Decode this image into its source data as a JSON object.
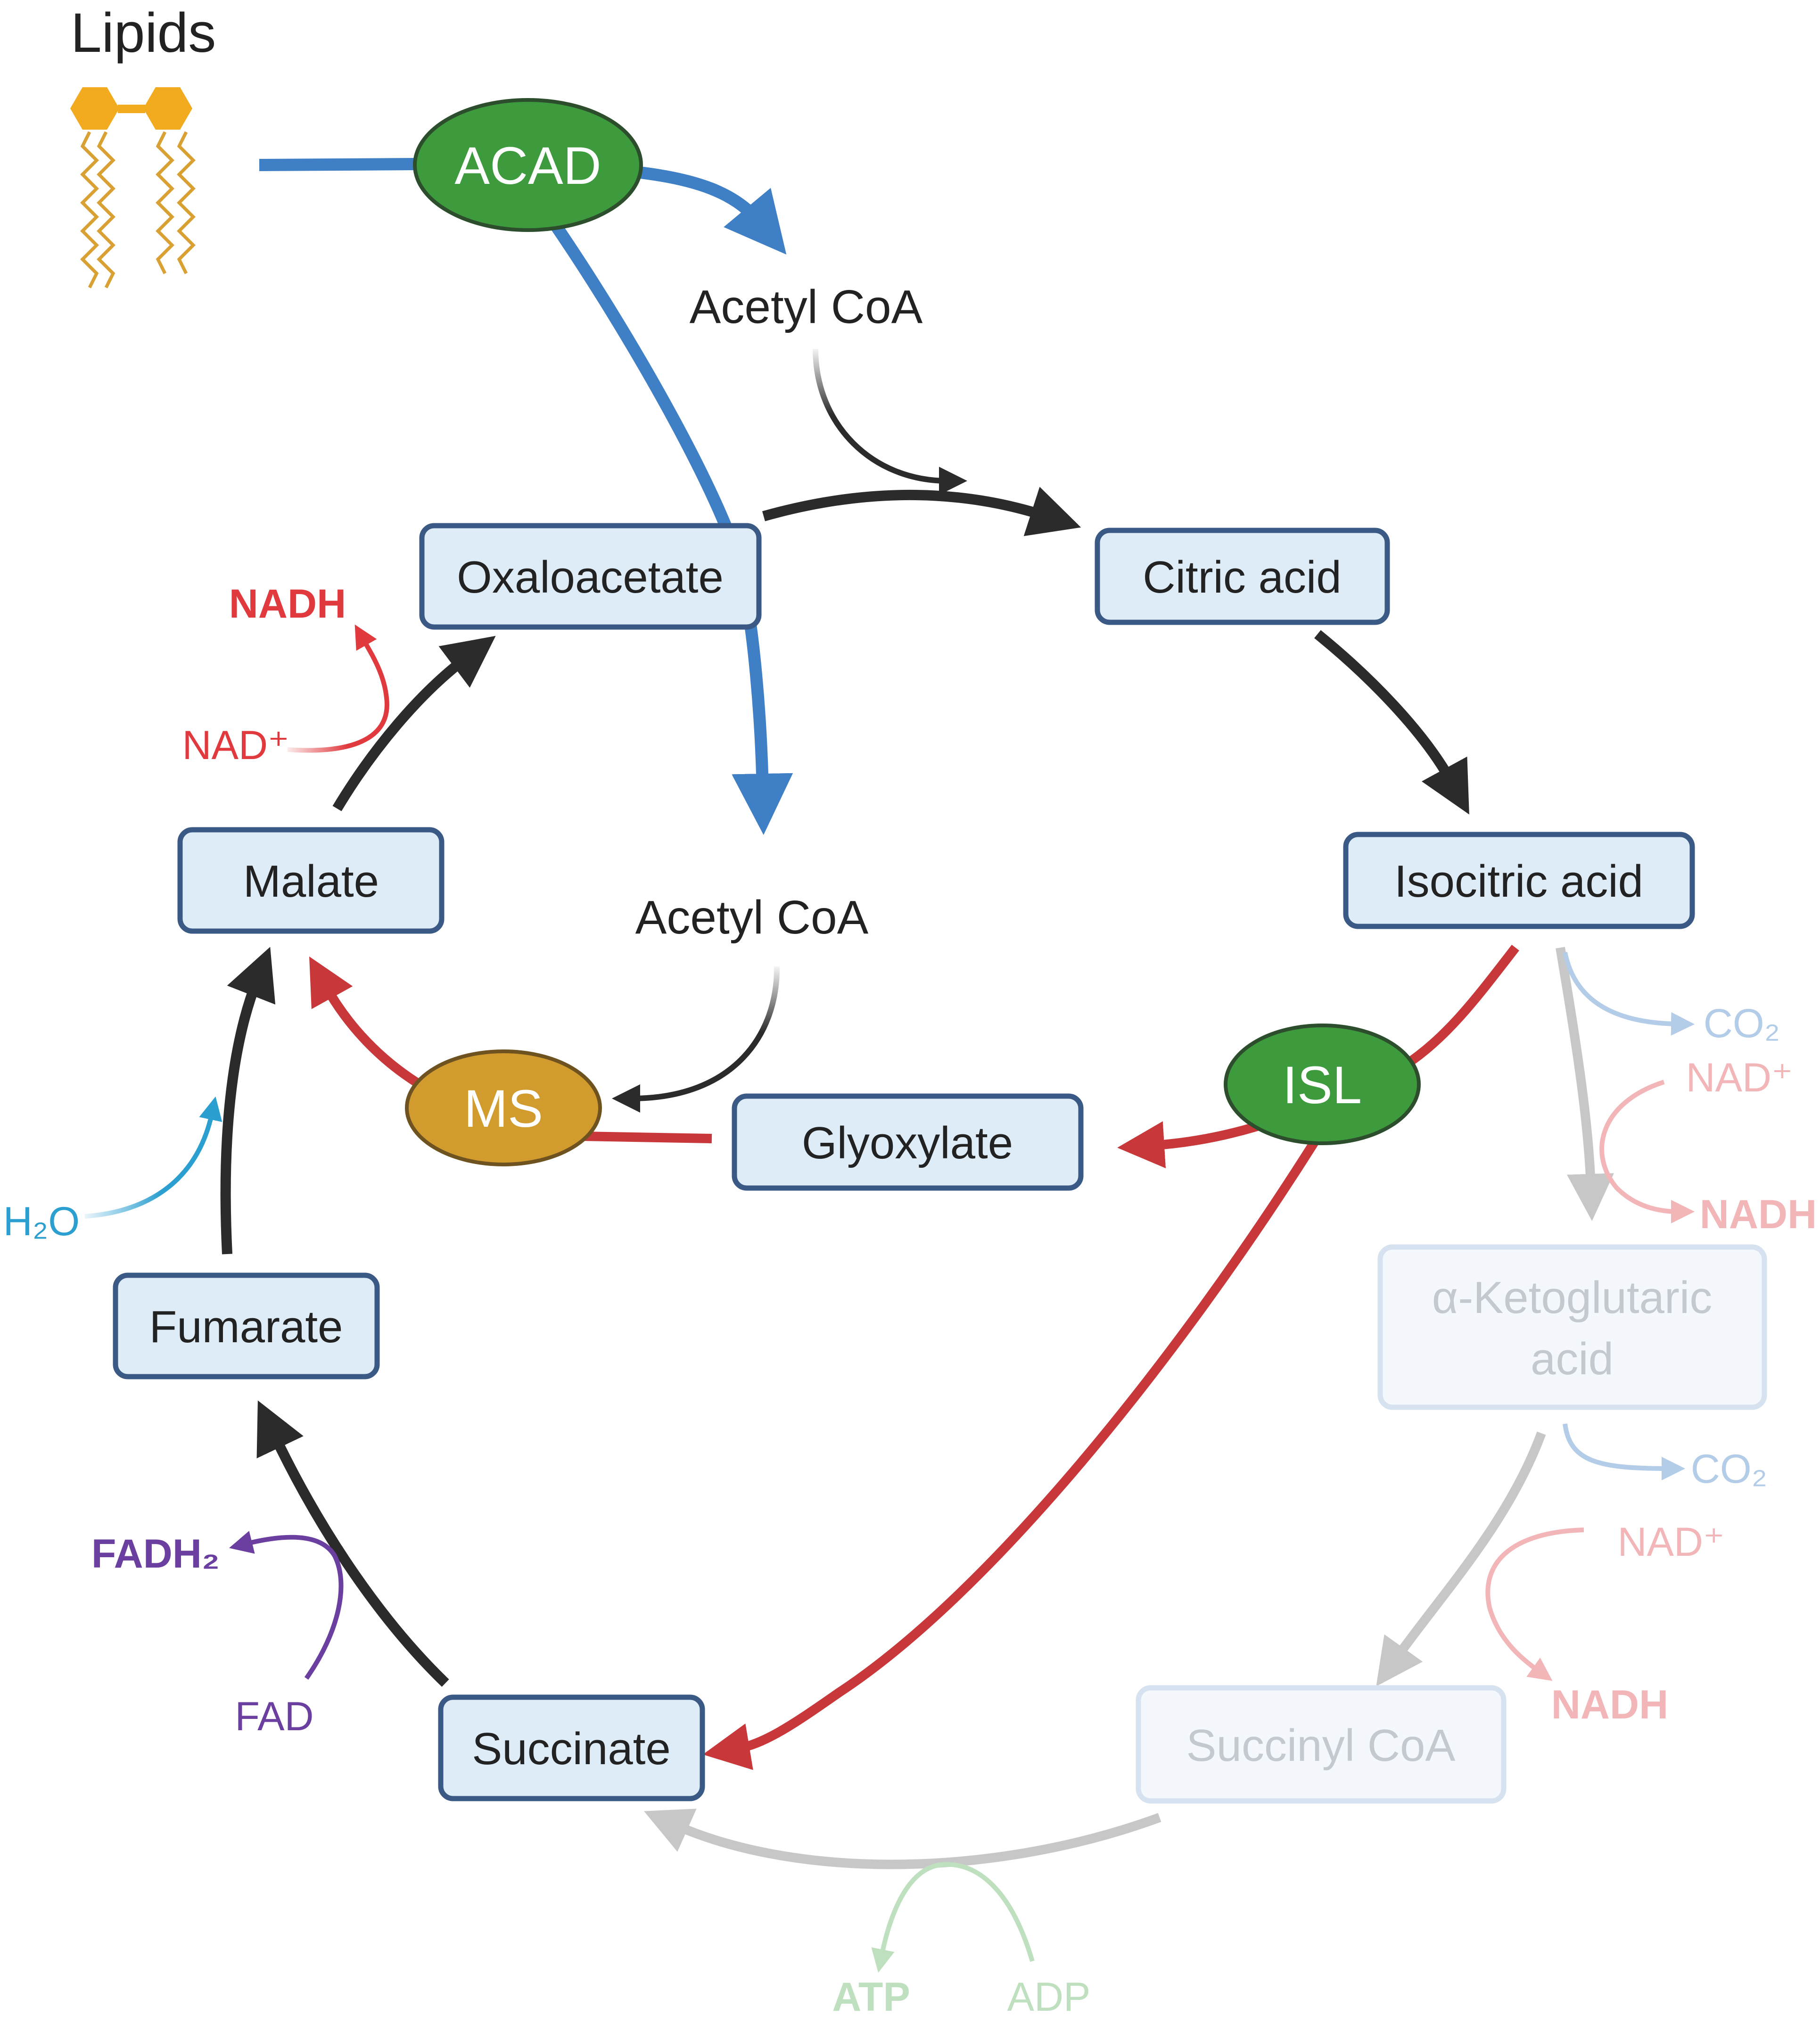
{
  "title": "Lipids",
  "enzymes": {
    "acad": "ACAD",
    "isl": "ISL",
    "ms": "MS"
  },
  "molecules": {
    "acetyl_coa_top": "Acetyl CoA",
    "acetyl_coa_mid": "Acetyl CoA"
  },
  "nodes": {
    "oxaloacetate": "Oxaloacetate",
    "citric_acid": "Citric acid",
    "isocitric_acid": "Isocitric acid",
    "malate": "Malate",
    "glyoxylate": "Glyoxylate",
    "fumarate": "Fumarate",
    "succinate": "Succinate",
    "alpha_ketoglutaric_line1": "α-Ketoglutaric",
    "alpha_ketoglutaric_line2": "acid",
    "succinyl_coa": "Succinyl CoA"
  },
  "cofactors": {
    "nadh_malate": "NADH",
    "nad_malate": "NAD⁺",
    "h2o": "H₂O",
    "fadh2": "FADH₂",
    "fad": "FAD",
    "co2_isocitric": "CO₂",
    "nad_isocitric": "NAD⁺",
    "nadh_isocitric": "NADH",
    "co2_ketoglutaric": "CO₂",
    "nad_ketoglutaric": "NAD⁺",
    "nadh_ketoglutaric": "NADH",
    "atp": "ATP",
    "adp": "ADP"
  },
  "colors": {
    "node_fill": "#deecf8",
    "node_stroke": "#3a5a85",
    "faded_fill": "#f4f7fb",
    "faded_stroke": "#d6e2ef",
    "cycle_arrow": "#2b2b2b",
    "faded_arrow": "#c7c7c7",
    "lipid_path": "#3f7fc6",
    "glyoxylate_path": "#c8383a",
    "enzyme_green": "#3d9a3d",
    "enzyme_gold": "#d19b2e",
    "nadh_red": "#e03a3e",
    "water_blue": "#2a9fd0",
    "fad_purple": "#6b3fa0",
    "lipid_orange": "#f2aa1f"
  }
}
